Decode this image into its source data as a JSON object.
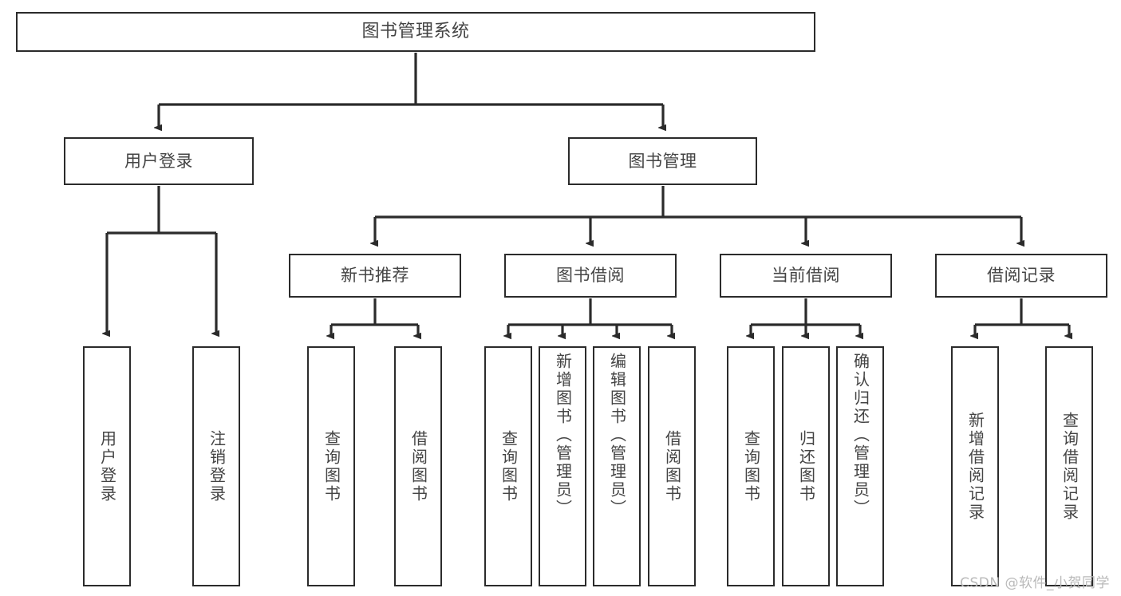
{
  "diagram": {
    "title": "图书管理系统",
    "type": "hierarchy-tree",
    "watermark": "CSDN @软件_小贺同学",
    "colors": {
      "stroke": "#2b2b2b",
      "text": "#444444",
      "background": "#ffffff",
      "watermark": "#b9b9b9"
    },
    "nodes": {
      "root": {
        "label": "图书管理系统"
      },
      "level2": [
        {
          "label": "用户登录"
        },
        {
          "label": "图书管理"
        }
      ],
      "level3": [
        {
          "label": "新书推荐"
        },
        {
          "label": "图书借阅"
        },
        {
          "label": "当前借阅"
        },
        {
          "label": "借阅记录"
        }
      ],
      "leaves": {
        "user_login": [
          {
            "label": "用户登录"
          },
          {
            "label": "注销登录"
          }
        ],
        "new_book": [
          {
            "label": "查询图书"
          },
          {
            "label": "借阅图书"
          }
        ],
        "book_borrow": [
          {
            "label": "查询图书"
          },
          {
            "label": "新增图书（管理员）"
          },
          {
            "label": "编辑图书（管理员）"
          },
          {
            "label": "借阅图书"
          }
        ],
        "current_borrow": [
          {
            "label": "查询图书"
          },
          {
            "label": "归还图书"
          },
          {
            "label": "确认归还（管理员）"
          }
        ],
        "borrow_record": [
          {
            "label": "新增借阅记录"
          },
          {
            "label": "查询借阅记录"
          }
        ]
      }
    }
  }
}
